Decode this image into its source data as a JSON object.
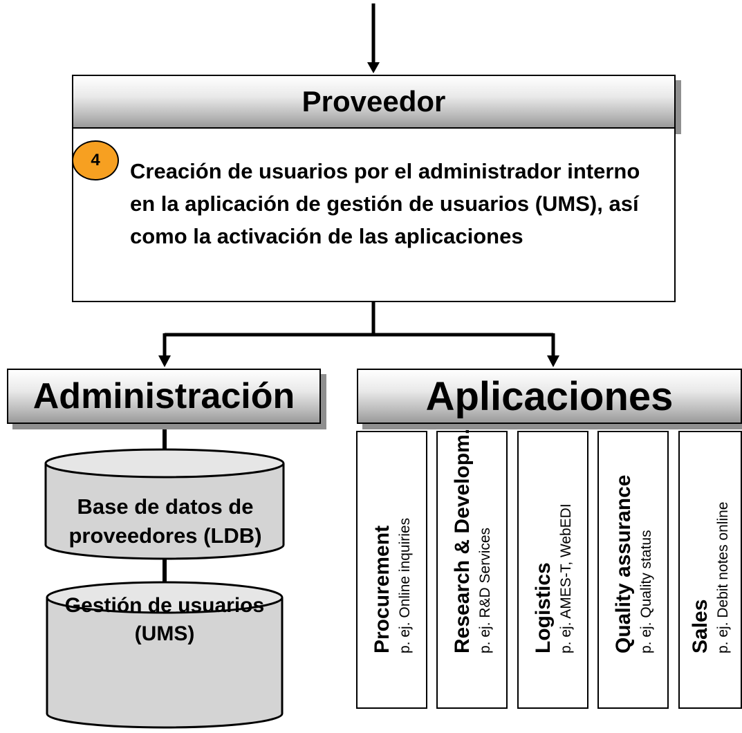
{
  "provider": {
    "title": "Proveedor",
    "step_number": "4",
    "step_text": "Creación de usuarios por el administrador interno en la aplicación de gestión de usuarios (UMS), así como la activación de las aplicaciones"
  },
  "administration": {
    "title": "Administración",
    "databases": [
      {
        "label": "Base de datos de proveedores (LDB)"
      },
      {
        "label": "Gestión de usuarios (UMS)"
      }
    ]
  },
  "applications": {
    "title": "Aplicaciones",
    "items": [
      {
        "title": "Procurement",
        "description": "p. ej. Online inquiries"
      },
      {
        "title": "Research & Developm.",
        "description": "p. ej. R&D Services"
      },
      {
        "title": "Logistics",
        "description": "p. ej.  AMES-T, WebEDI"
      },
      {
        "title": "Quality assurance",
        "description": "p. ej. Quality status"
      },
      {
        "title": "Sales",
        "description": "p. ej. Debit notes online"
      }
    ]
  },
  "colors": {
    "step_badge": "#f7a021",
    "header_gradient_dark": "#9a9a9a",
    "cylinder_fill": "#d4d4d4"
  }
}
